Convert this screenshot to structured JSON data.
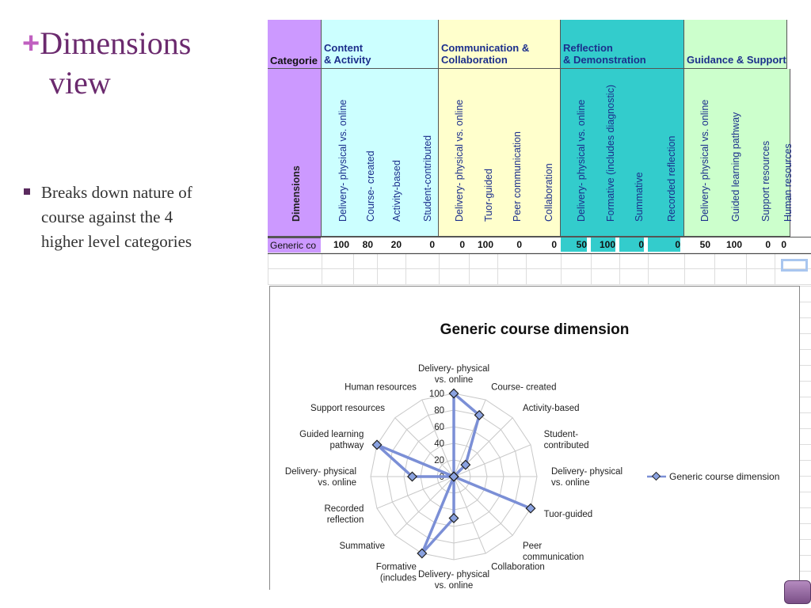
{
  "slide": {
    "plus": "+",
    "title_line1": "Dimensions",
    "title_line2": "view",
    "bullet": "Breaks down nature of course against the 4 higher level categories"
  },
  "table": {
    "categories_label": "Categorie",
    "dimensions_label": "Dimensions",
    "row_label": "Generic co",
    "groups": [
      {
        "label_l1": "Content",
        "label_l2": "& Activity",
        "color": "#ccffff"
      },
      {
        "label_l1": "Communication &",
        "label_l2": "Collaboration",
        "color": "#ffffcc"
      },
      {
        "label_l1": "Reflection",
        "label_l2": "& Demonstration",
        "color": "#33cccc"
      },
      {
        "label_l1": "",
        "label_l2": "Guidance & Support",
        "color": "#ccffcc"
      }
    ],
    "columns": [
      "Delivery- physical   vs. online",
      "Course- created",
      "Activity-based",
      "Student-contributed",
      "Delivery- physical   vs. online",
      "Tuor-guided",
      "Peer communication",
      "Collaboration",
      "Delivery- physical   vs. online",
      "Formative (includes diagnostic)",
      "Summative",
      "Recorded reflection",
      "Delivery- physical   vs. online",
      "Guided learning pathway",
      "Support resources",
      "Human resources"
    ],
    "values": [
      "100",
      "80",
      "20",
      "0",
      "0",
      "100",
      "0",
      "0",
      "50",
      "100",
      "0",
      "0",
      "50",
      "100",
      "0",
      "0"
    ]
  },
  "chart_data": {
    "type": "radar",
    "title": "Generic course dimension",
    "series": [
      {
        "name": "Generic course dimension",
        "values": [
          100,
          80,
          20,
          0,
          0,
          100,
          0,
          0,
          50,
          100,
          0,
          0,
          50,
          100,
          0,
          0
        ]
      }
    ],
    "categories": [
      [
        "Delivery- physical",
        "vs. online"
      ],
      [
        "Course- created"
      ],
      [
        "Activity-based"
      ],
      [
        "Student-",
        "contributed"
      ],
      [
        "Delivery- physical",
        "vs. online"
      ],
      [
        "Tuor-guided"
      ],
      [
        "Peer",
        "communication"
      ],
      [
        "Collaboration"
      ],
      [
        "Delivery- physical",
        "vs. online"
      ],
      [
        "Formative",
        "(includes"
      ],
      [
        "Summative"
      ],
      [
        "Recorded",
        "reflection"
      ],
      [
        "Delivery- physical",
        "vs. online"
      ],
      [
        "Guided learning",
        "pathway"
      ],
      [
        "Support resources"
      ],
      [
        "Human resources"
      ]
    ],
    "ticks": [
      "0",
      "20",
      "40",
      "60",
      "80",
      "100"
    ],
    "range": [
      0,
      100
    ],
    "legend_position": "right",
    "color": "#7b8fd6"
  }
}
